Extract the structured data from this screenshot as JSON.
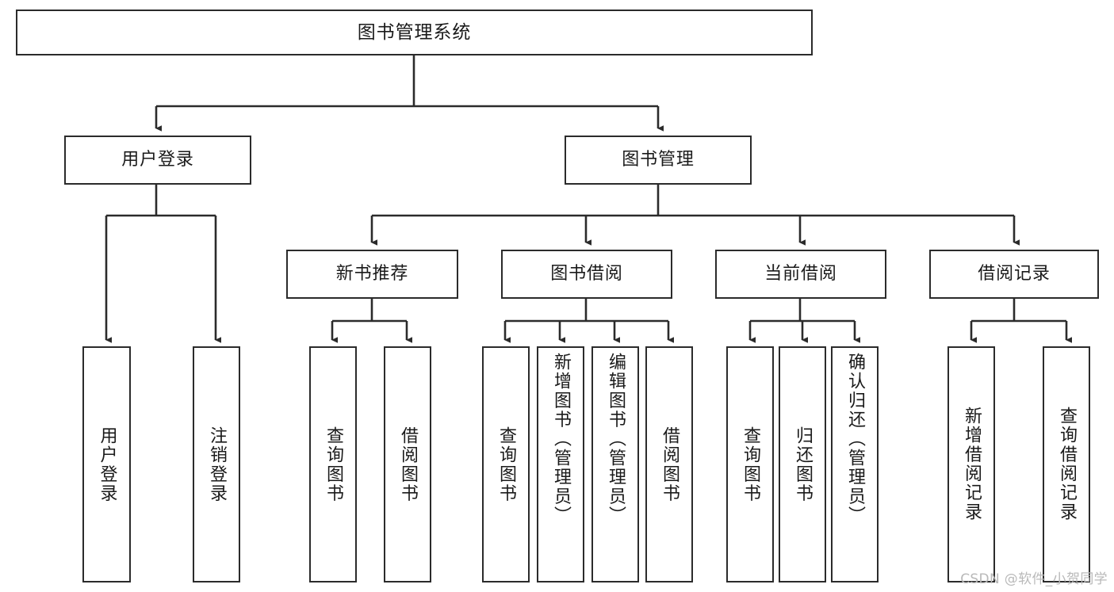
{
  "diagram": {
    "title": "图书管理系统",
    "type": "functional-structure-tree",
    "watermark": "CSDN @软件_小贺同学",
    "colors": {
      "background": "#ffffff",
      "stroke": "#2b2b2b",
      "text": "#1a1a1a",
      "watermark": "#b9b9b9"
    },
    "levels": [
      {
        "level": 0,
        "nodes": [
          {
            "id": "root",
            "label": "图书管理系统",
            "orientation": "horizontal"
          }
        ]
      },
      {
        "level": 1,
        "nodes": [
          {
            "id": "login",
            "label": "用户登录",
            "orientation": "horizontal",
            "parent": "root"
          },
          {
            "id": "bookmgmt",
            "label": "图书管理",
            "orientation": "horizontal",
            "parent": "root"
          }
        ]
      },
      {
        "level": 2,
        "nodes": [
          {
            "id": "newbook",
            "label": "新书推荐",
            "orientation": "horizontal",
            "parent": "bookmgmt"
          },
          {
            "id": "borrow",
            "label": "图书借阅",
            "orientation": "horizontal",
            "parent": "bookmgmt"
          },
          {
            "id": "current",
            "label": "当前借阅",
            "orientation": "horizontal",
            "parent": "bookmgmt"
          },
          {
            "id": "records",
            "label": "借阅记录",
            "orientation": "horizontal",
            "parent": "bookmgmt"
          }
        ]
      },
      {
        "level": 3,
        "nodes": [
          {
            "id": "leaf-user-login",
            "label": "用户登录",
            "orientation": "vertical",
            "parent": "login"
          },
          {
            "id": "leaf-user-logout",
            "label": "注销登录",
            "orientation": "vertical",
            "parent": "login"
          },
          {
            "id": "leaf-new-query",
            "label": "查询图书",
            "orientation": "vertical",
            "parent": "newbook"
          },
          {
            "id": "leaf-new-borrow",
            "label": "借阅图书",
            "orientation": "vertical",
            "parent": "newbook"
          },
          {
            "id": "leaf-borrow-query",
            "label": "查询图书",
            "orientation": "vertical",
            "parent": "borrow"
          },
          {
            "id": "leaf-borrow-add",
            "label": "新增图书（管理员）",
            "orientation": "vertical",
            "parent": "borrow"
          },
          {
            "id": "leaf-borrow-edit",
            "label": "编辑图书（管理员）",
            "orientation": "vertical",
            "parent": "borrow"
          },
          {
            "id": "leaf-borrow-borrow",
            "label": "借阅图书",
            "orientation": "vertical",
            "parent": "borrow"
          },
          {
            "id": "leaf-current-query",
            "label": "查询图书",
            "orientation": "vertical",
            "parent": "current"
          },
          {
            "id": "leaf-current-return",
            "label": "归还图书",
            "orientation": "vertical",
            "parent": "current"
          },
          {
            "id": "leaf-current-confirm",
            "label": "确认归还（管理员）",
            "orientation": "vertical",
            "parent": "current"
          },
          {
            "id": "leaf-records-add",
            "label": "新增借阅记录",
            "orientation": "vertical",
            "parent": "records"
          },
          {
            "id": "leaf-records-query",
            "label": "查询借阅记录",
            "orientation": "vertical",
            "parent": "records"
          }
        ]
      }
    ]
  }
}
